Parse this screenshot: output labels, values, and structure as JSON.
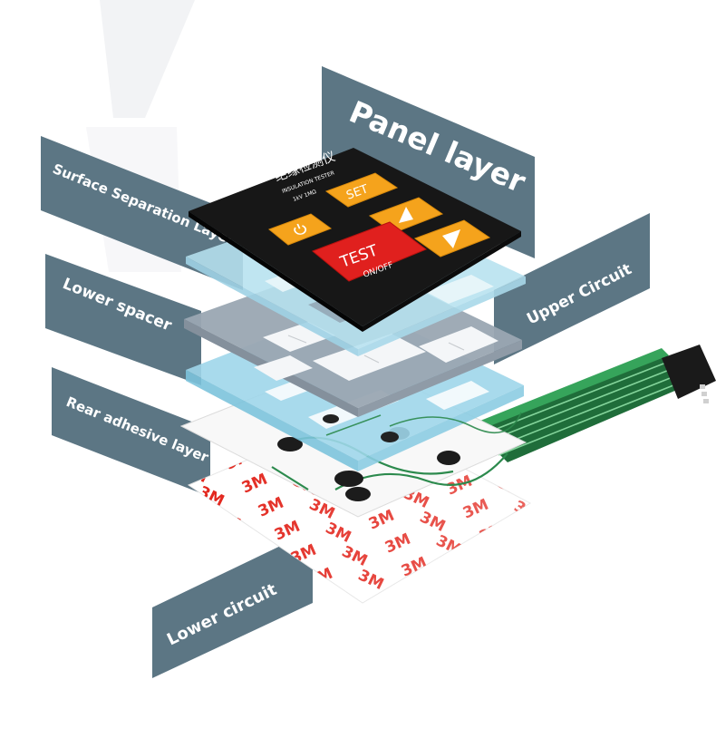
{
  "labels": {
    "panel_layer": "Panel layer",
    "surface_separation_layer": "Surface Separation Layer",
    "lower_spacer": "Lower spacer",
    "upper_circuit": "Upper Circuit",
    "rear_adhesive_layer": "Rear adhesive layer",
    "lower_circuit": "Lower circuit"
  },
  "panel": {
    "title_cn": "绝缘检测仪",
    "subtitle": "INSULATION TESTER",
    "model": "1kV 1MΩ",
    "set_key": "SET",
    "test_key": "TEST",
    "onoff_key": "ON/OFF"
  },
  "adhesive": {
    "brand": "3M"
  },
  "colors": {
    "label_bg": "#5c7684",
    "panel_black": "#171717",
    "key_orange": "#f5a31c",
    "key_red": "#e0201e",
    "spacer_blue": "#9fd6ea",
    "spacer_gray": "#9aa6b2",
    "trace_green": "#2c8a4d",
    "adhesive_red": "#e2231a"
  }
}
